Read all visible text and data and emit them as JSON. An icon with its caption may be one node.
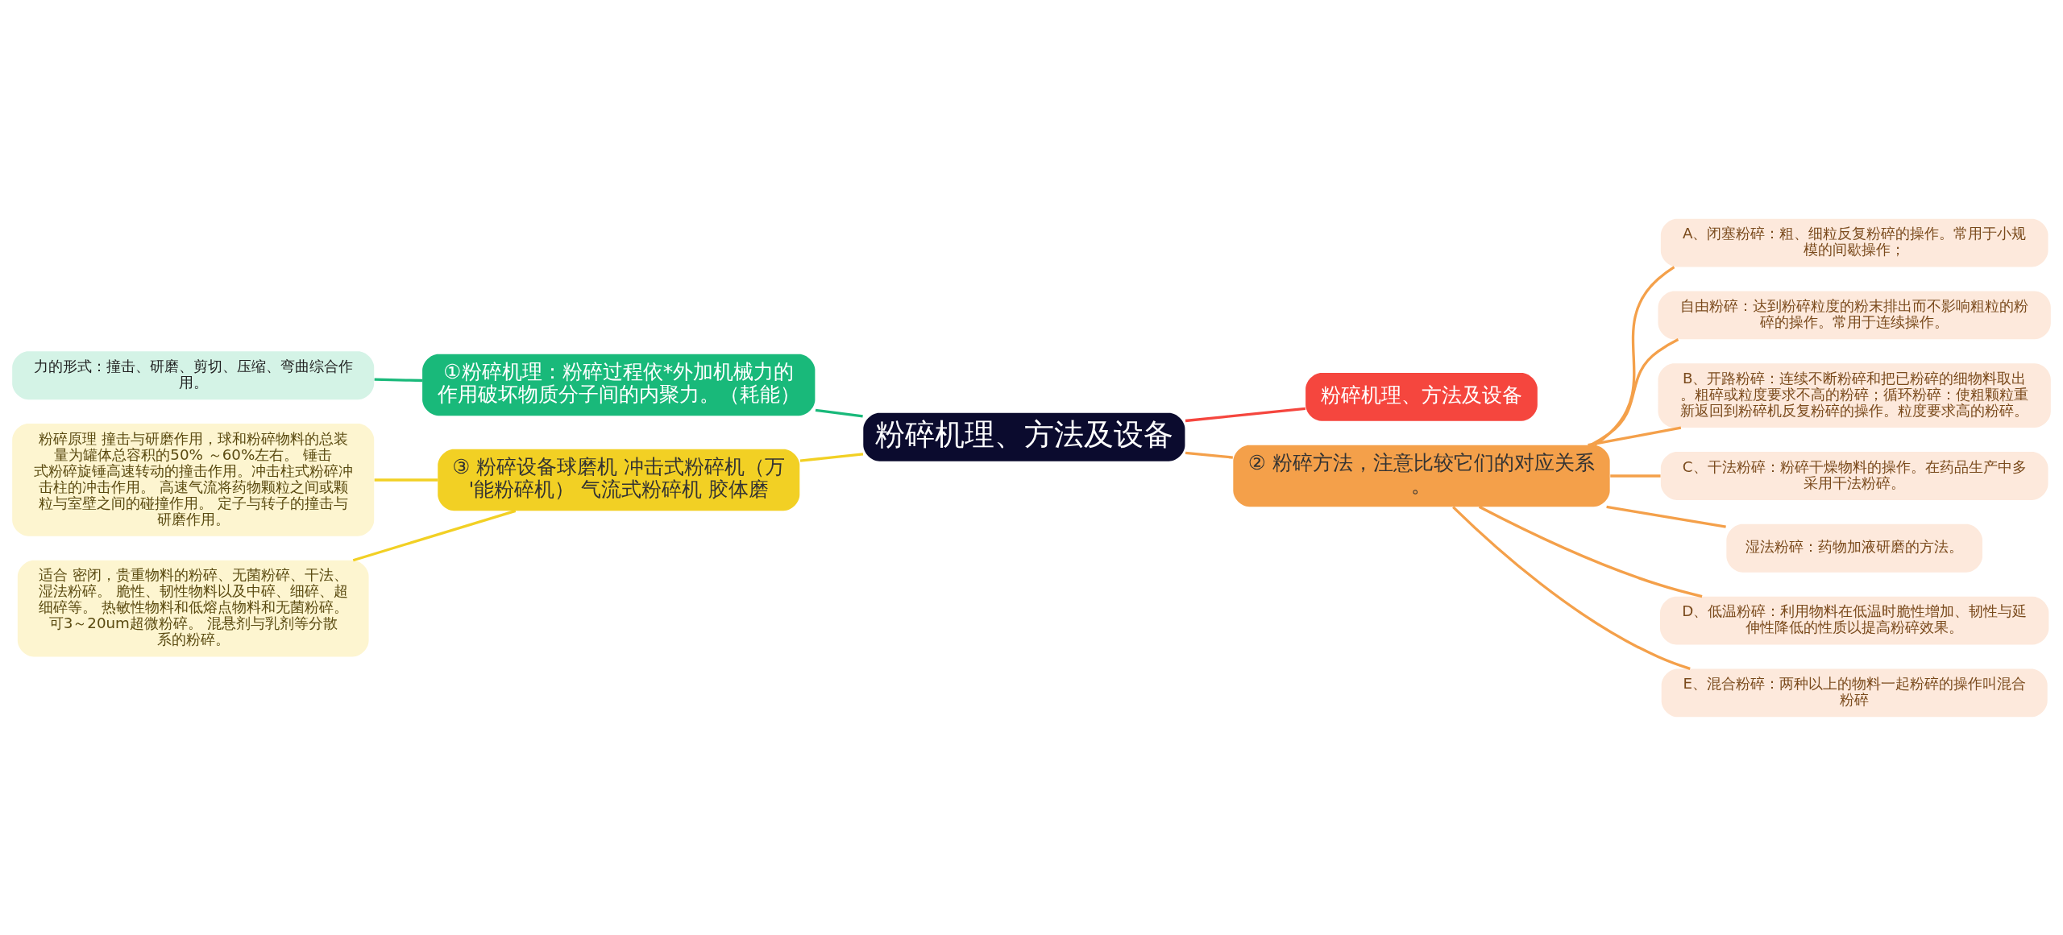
{
  "diagram": {
    "nodes": [
      {
        "text": [
          "粉碎机理、方法及设备"
        ]
      },
      {
        "text": [
          "①粉碎机理：粉碎过程依*外加机械力的作用破坏物质分子间的内聚力。（耗能）"
        ]
      },
      {
        "text": [
          "力的形式：撞击、研磨、剪切、压缩、弯曲综合作用。"
        ]
      },
      {
        "text": [
          "③ 粉碎设备球磨机 冲击式粉碎机（万'能粉碎机） 气流式粉碎机 胶体磨"
        ]
      },
      {
        "text": [
          "粉碎原理 撞击与研磨作用，球和粉碎物料的总装量为罐体总容积的50% ～60%左右。 锤击式粉碎旋锤高速转动的撞击作用。冲击柱式粉碎冲击柱的冲击作用。 高速气流将药物颗粒之间或颗粒与室壁之间的碰撞作用。 定子与转子的撞击与研磨作用。"
        ]
      },
      {
        "text": [
          "适合 密闭，贵重物料的粉碎、无菌粉碎、干法、湿法粉碎。 脆性、韧性物料以及中碎、细碎、超细碎等。 热敏性物料和低熔点物料和无菌粉碎。可3～20um超微粉碎。 混悬剂与乳剂等分散系的粉碎。"
        ]
      },
      {
        "text": [
          "粉碎机理、方法及设备"
        ]
      },
      {
        "text": [
          "② 粉碎方法，注意比较它们的对应关系。"
        ]
      },
      {
        "text": [
          "A、闭塞粉碎：粗、细粒反复粉碎的操作。常用于小规模的间歇操作；"
        ]
      },
      {
        "text": [
          "自由粉碎：达到粉碎粒度的粉末排出而不影响粗粒的粉碎的操作。常用于连续操作。"
        ]
      },
      {
        "text": [
          "B、开路粉碎：连续不断粉碎和把已粉碎的细物料取出。粗碎或粒度要求不高的粉碎；循环粉碎：使粗颗粒重新返回到粉碎机反复粉碎的操作。粒度要求高的粉碎。"
        ]
      },
      {
        "text": [
          "C、干法粉碎：粉碎干燥物料的操作。在药品生产中多采用干法粉碎。"
        ]
      },
      {
        "text": [
          "湿法粉碎：药物加液研磨的方法。"
        ]
      },
      {
        "text": [
          "D、低温粉碎：利用物料在低温时脆性增加、韧性与延伸性降低的性质以提高粉碎效果。"
        ]
      },
      {
        "text": [
          "E、混合粉碎：两种以上的物料一起粉碎的操作叫混合粉碎"
        ]
      }
    ],
    "edges": [
      {
        "from": 0,
        "to": 1,
        "arrow": "none",
        "color": "#19b97a"
      },
      {
        "from": 1,
        "to": 2,
        "arrow": "none",
        "color": "#19b97a"
      },
      {
        "from": 0,
        "to": 3,
        "arrow": "none",
        "color": "#f2d024"
      },
      {
        "from": 3,
        "to": 4,
        "arrow": "none",
        "color": "#f2d024"
      },
      {
        "from": 3,
        "to": 5,
        "arrow": "none",
        "color": "#f2d024"
      },
      {
        "from": 0,
        "to": 6,
        "arrow": "none",
        "color": "#f5463e"
      },
      {
        "from": 0,
        "to": 7,
        "arrow": "none"
      },
      {
        "from": 7,
        "to": 8,
        "arrow": "none"
      },
      {
        "from": 7,
        "to": 9,
        "arrow": "none"
      },
      {
        "from": 7,
        "to": 10,
        "arrow": "none"
      },
      {
        "from": 7,
        "to": 11,
        "arrow": "none"
      },
      {
        "from": 7,
        "to": 12,
        "arrow": "none"
      },
      {
        "from": 7,
        "to": 13,
        "arrow": "none"
      },
      {
        "from": 7,
        "to": 14,
        "arrow": "none"
      }
    ]
  }
}
